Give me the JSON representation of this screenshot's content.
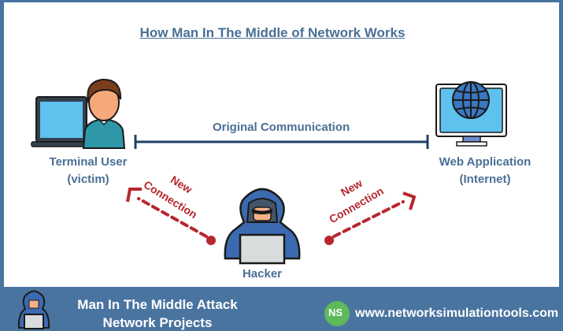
{
  "title": "How Man In The Middle of Network Works",
  "nodes": {
    "victim": {
      "name": "Terminal User",
      "sub": "(victim)"
    },
    "server": {
      "name": "Web Application",
      "sub": "(Internet)"
    },
    "hacker": {
      "name": "Hacker"
    }
  },
  "edges": {
    "original": "Original Communication",
    "left_new": {
      "line1": "New",
      "line2": "Connection"
    },
    "right_new": {
      "line1": "New",
      "line2": "Connection"
    }
  },
  "footer": {
    "line1": "Man In The Middle Attack",
    "line2": "Network Projects",
    "logo": "NS",
    "url": "www.networksimulationtools.com"
  },
  "colors": {
    "brand_blue": "#4a74a0",
    "text_blue": "#4a6f96",
    "attack_red": "#b8262e",
    "line_navy": "#1f3f66"
  }
}
